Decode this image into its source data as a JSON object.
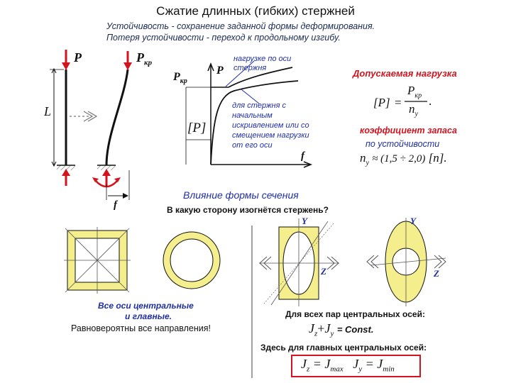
{
  "title": "Сжатие длинных (гибких) стержней",
  "intro": {
    "line1": "Устойчивость - сохранение заданной формы деформирования.",
    "line2": "Потеря устойчивости - переход к продольному изгибу."
  },
  "column": {
    "load_P": "P",
    "load_Pkr": "P",
    "load_Pkr_sub": "кр",
    "length": "L",
    "deflection": "f"
  },
  "graph": {
    "p_axis": "P",
    "pkr": "P",
    "pkr_sub": "кр",
    "allow": "[P]",
    "f_axis": "f",
    "note_axis": [
      "нагрузке по оси",
      "стержня"
    ],
    "note_imperfect": [
      "для стержня с",
      "начальным",
      "искривлением или со",
      "смещением нагрузки",
      "от его оси"
    ]
  },
  "allowable": {
    "heading": "Допускаемая нагрузка",
    "lhs": "[P]",
    "eq": "=",
    "num": "P",
    "num_sub": "кр",
    "den": "n",
    "den_sub": "у",
    "dot": ".",
    "safety_line1": "коэффициент запаса",
    "safety_line2": "по устойчивости",
    "ny": "n",
    "ny_sub": "у",
    "ny_range": "≈ (1,5 ÷ 2,0)",
    "n_bracket": "[n]",
    "end_dot": "."
  },
  "section_heading": "Влияние формы сечения",
  "question": "В какую сторону изогнётся стержень?",
  "left_caption": {
    "line1": "Все оси центральные",
    "line2": "и главные.",
    "line3": "Равновероятны все направления!"
  },
  "right_caption": {
    "axis_y": "Y",
    "axis_z": "Z",
    "line1": "Для всех пар центральных осей:",
    "eq_Jz": "J",
    "eq_z": "z",
    "eq_plus": "+",
    "eq_Jy": "J",
    "eq_y": "y",
    "eq_const": "= Const.",
    "line2": "Здесь для главных центральных осей:",
    "box_Jz": "J",
    "box_z": "z",
    "box_eq1": "= J",
    "box_max": "max",
    "box_Jy": "J",
    "box_y": "y",
    "box_eq2": "= J",
    "box_min": "min"
  },
  "colors": {
    "accent_red": "#d2141e",
    "fill_yellow": "#f5ee8c",
    "text_blue": "#1f2ea6"
  }
}
